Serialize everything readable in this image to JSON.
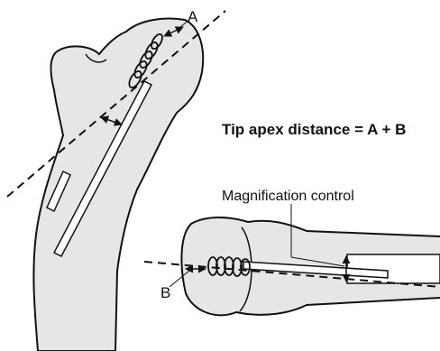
{
  "labels": {
    "distance_a": "A",
    "distance_b": "B",
    "formula": "Tip apex distance = A + B",
    "magnification": "Magnification control"
  },
  "colors": {
    "line": "#111111",
    "bone_fill": "#e6e6e6",
    "screw_fill": "#ffffff"
  }
}
